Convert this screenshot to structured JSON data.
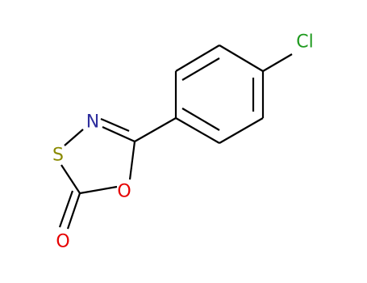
{
  "atoms": {
    "cl": {
      "symbol": "Cl",
      "color": "#1f9a1f"
    },
    "n": {
      "symbol": "N",
      "color": "#2e2e9e"
    },
    "s": {
      "symbol": "S",
      "color": "#8a8a00"
    },
    "o_ring": {
      "symbol": "O",
      "color": "#e60000"
    },
    "o_carbonyl": {
      "symbol": "O",
      "color": "#e60000"
    }
  }
}
